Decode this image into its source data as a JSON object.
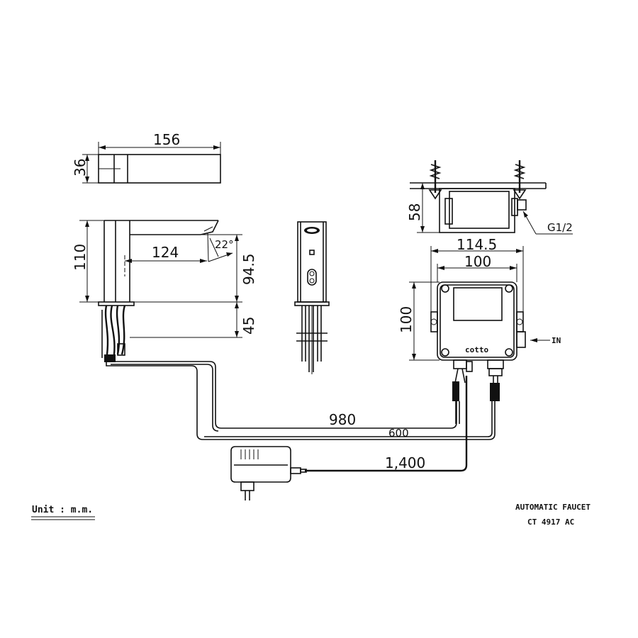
{
  "dimensions": {
    "top_width": "156",
    "top_height": "36",
    "faucet_height": "110",
    "spout_reach": "124",
    "angle": "22°",
    "spout_height": "94.5",
    "shank_length": "45",
    "box_depth": "58",
    "thread": "G1/2",
    "box_outer_width": "114.5",
    "box_inner_width": "100",
    "box_height": "100",
    "hose_980": "980",
    "hose_600": "600",
    "cable_1400": "1,400"
  },
  "labels": {
    "inlet": "IN",
    "brand": "cotto",
    "unit": "Unit  :  m.m.",
    "product_title": "AUTOMATIC FAUCET",
    "product_code": "CT 4917 AC"
  }
}
